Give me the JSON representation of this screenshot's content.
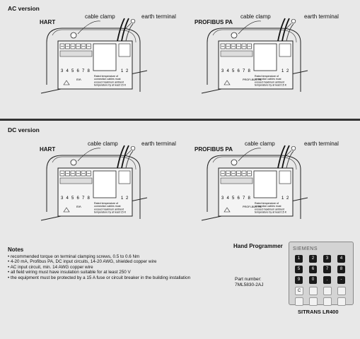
{
  "sections": {
    "ac": {
      "title": "AC version"
    },
    "dc": {
      "title": "DC version"
    }
  },
  "labels": {
    "hart": "HART",
    "profibus": "PROFIBUS PA",
    "cable_clamp": "cable clamp",
    "earth_terminal": "earth terminal"
  },
  "terminals": {
    "row": [
      "3",
      "4",
      "5",
      "6",
      "7",
      "8"
    ],
    "power": [
      "1",
      "2"
    ],
    "ma": "mA",
    "profibus_note": "PROFI-BUS PA"
  },
  "warning_text": [
    "Rated temperature of",
    "connection cables must",
    "exceed maximum ambient",
    "temperature by at least 15 K"
  ],
  "notes": {
    "title": "Notes",
    "items": [
      "• recommended torque on terminal clamping screws, 0.5 to 0.6 Nm",
      "• 4-20 mA, Profibus PA, DC input circuits, 14-20 AWG, shielded copper wire",
      "• AC input circuit, min. 14 AWG copper wire",
      "• all field wiring must have insulation suitable for at least 250 V",
      "• the equipment must be protected by a 15 A fuse or circuit breaker in the building installation"
    ]
  },
  "hand_programmer": {
    "title": "Hand Programmer",
    "part_label": "Part number:",
    "part_number": "7ML5830-2AJ",
    "brand": "SIEMENS",
    "product": "SITRANS LR400"
  },
  "keypad_keys": [
    "1",
    "2",
    "3",
    "4",
    "5",
    "6",
    "7",
    "8",
    "9",
    "0",
    ".",
    "-",
    "C",
    "",
    "",
    "",
    "",
    "",
    "",
    ""
  ]
}
